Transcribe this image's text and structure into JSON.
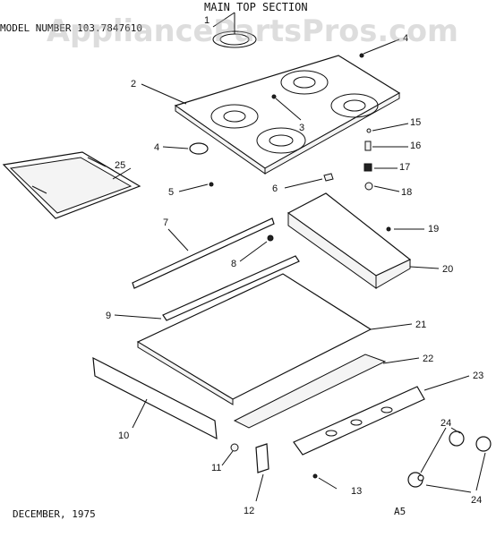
{
  "header": {
    "title": "MAIN TOP SECTION",
    "model_line": "MODEL NUMBER 103.7847610"
  },
  "watermark": "AppliancePartsPros.com",
  "footer": {
    "date": "DECEMBER, 1975",
    "code": "A5"
  },
  "callouts": [
    "1",
    "2",
    "3",
    "4",
    "4",
    "5",
    "6",
    "7",
    "8",
    "9",
    "10",
    "11",
    "12",
    "13",
    "15",
    "16",
    "17",
    "18",
    "19",
    "20",
    "21",
    "22",
    "23",
    "24",
    "24",
    "25"
  ],
  "colors": {
    "ink": "#111111",
    "paper": "#ffffff",
    "watermark": "#b4b4b4"
  }
}
